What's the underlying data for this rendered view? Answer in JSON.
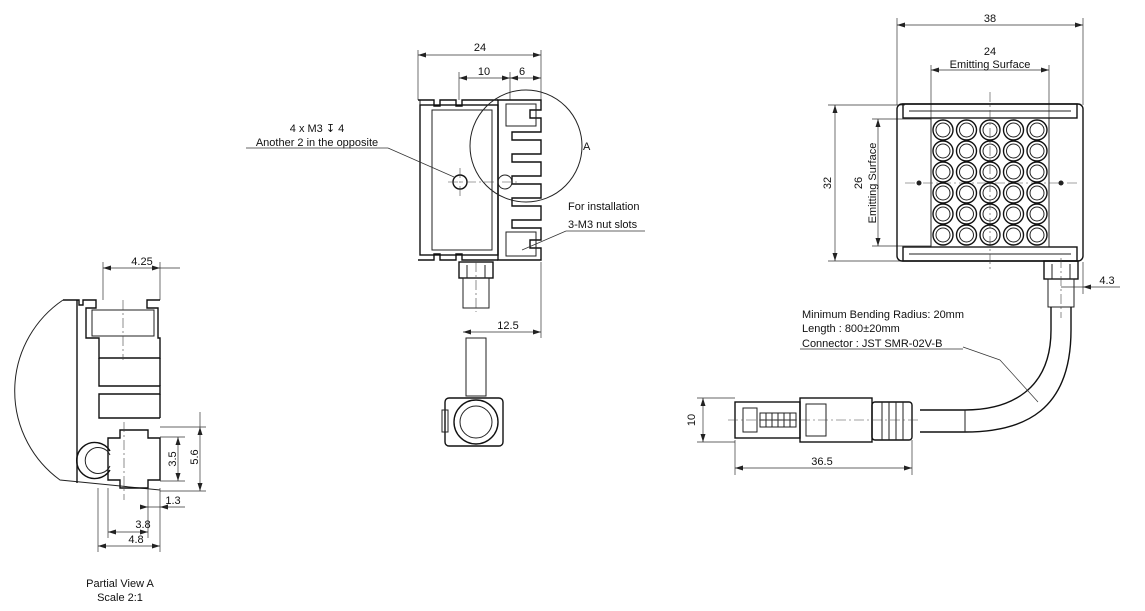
{
  "side_view": {
    "dim_width": "24",
    "dim_10": "10",
    "dim_6": "6",
    "dim_12_5": "12.5",
    "hole_note_line1": "4 x M3 ↧ 4",
    "hole_note_line2": "Another 2 in the opposite",
    "detail_ref": "A",
    "install_line1": "For installation",
    "install_line2": "3-M3 nut slots"
  },
  "partial_view": {
    "dim_4_25": "4.25",
    "dim_3_5": "3.5",
    "dim_5_6": "5.6",
    "dim_1_3": "1.3",
    "dim_3_8": "3.8",
    "dim_4_8": "4.8",
    "title": "Partial View A",
    "scale": "Scale 2:1"
  },
  "front_view": {
    "dim_38": "38",
    "dim_24": "24",
    "emitting_surface_top": "Emitting Surface",
    "dim_32": "32",
    "dim_26": "26",
    "emitting_surface_side": "Emitting Surface",
    "dim_4_3": "4.3"
  },
  "cable_notes": {
    "bending": "Minimum Bending Radius: 20mm",
    "length": "Length : 800±20mm",
    "connector": "Connector : JST SMR-02V-B",
    "dim_10": "10",
    "dim_36_5": "36.5"
  }
}
